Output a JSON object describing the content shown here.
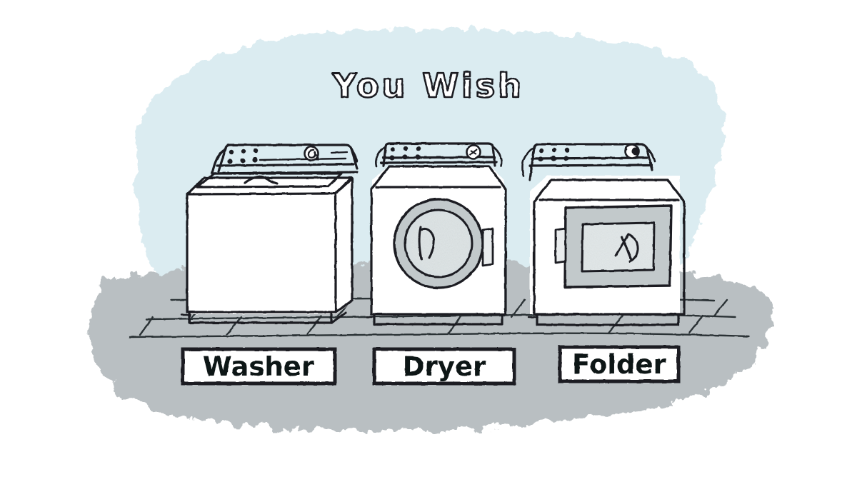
{
  "illustration": {
    "title": "You Wish",
    "style": "hand-drawn ink sketch cartoon",
    "background_color": "#ffffff",
    "wall_wash_color": "#dbecf1",
    "floor_wash_color": "#b9bfc2",
    "ink_color": "#1b1f24",
    "appliance_body_color": "#ffffff",
    "door_ring_color": "#b9bfc2",
    "door_glass_color": "#d3dbdd"
  },
  "appliances": [
    {
      "id": "washer",
      "label": "Washer",
      "type": "top-loading washing machine",
      "control_panel": {
        "button_count": 6,
        "dial": "round-knob"
      },
      "door": "top-lid",
      "handle_side": "front-center-notch"
    },
    {
      "id": "dryer",
      "label": "Dryer",
      "type": "front-loading clothes dryer",
      "control_panel": {
        "button_count": 6,
        "dial": "round-knob"
      },
      "door": "round-porthole",
      "handle_side": "right"
    },
    {
      "id": "folder",
      "label": "Folder",
      "type": "imaginary laundry folding machine",
      "control_panel": {
        "button_count": 6,
        "dial": "round-knob"
      },
      "door": "rectangular-window",
      "handle_side": "left"
    }
  ],
  "labels": {
    "washer": "Washer",
    "dryer": "Dryer",
    "folder": "Folder"
  },
  "floor": {
    "board_line_count": 4,
    "joint_marks": 8
  }
}
